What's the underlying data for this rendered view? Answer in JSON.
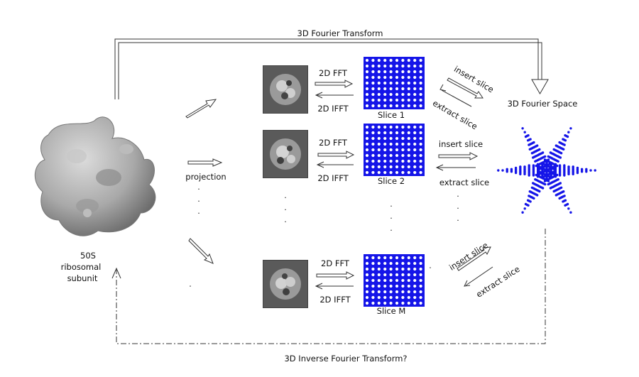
{
  "title_top": "3D Fourier Transform",
  "title_bottom": "3D Inverse Fourier Transform?",
  "fourier_space_label": "3D Fourier Space",
  "projection_label": "projection",
  "molecule": {
    "line1": "50S",
    "line2": "ribosomal",
    "line3": "subunit"
  },
  "rows": [
    {
      "fft": "2D FFT",
      "ifft": "2D IFFT",
      "slice": "Slice 1",
      "insert": "insert slice",
      "extract": "extract slice"
    },
    {
      "fft": "2D FFT",
      "ifft": "2D IFFT",
      "slice": "Slice 2",
      "insert": "insert slice",
      "extract": "extract slice"
    },
    {
      "fft": "2D FFT",
      "ifft": "2D IFFT",
      "slice": "Slice M",
      "insert": "insert slice",
      "extract": "extract slice"
    }
  ],
  "colors": {
    "slice_blue": "#1515e8",
    "dot_white": "#ffffff",
    "line": "#333333"
  }
}
